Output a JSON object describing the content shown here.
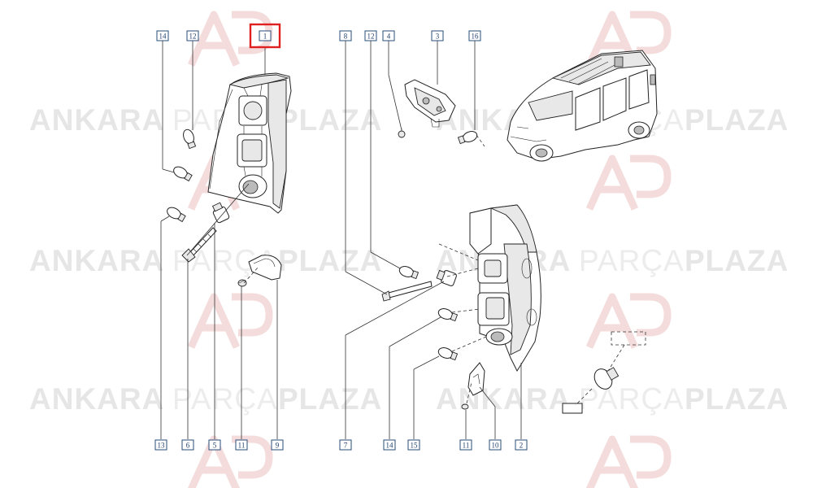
{
  "watermark": {
    "word1": "ANKARA",
    "word2": "PARÇA",
    "word3": "PLAZA"
  },
  "callouts_top_left": [
    "14",
    "12",
    "1"
  ],
  "callouts_top_right": [
    "8",
    "12",
    "4",
    "3",
    "16"
  ],
  "callouts_bottom_left": [
    "13",
    "6",
    "5",
    "11",
    "9"
  ],
  "callouts_bottom_right": [
    "7",
    "14",
    "15",
    "11",
    "10",
    "2"
  ],
  "highlighted_callout": "1",
  "colors": {
    "highlight": "#e02020",
    "callout_border": "#2a4d7a",
    "watermark_logo": "#f4dcdc"
  }
}
